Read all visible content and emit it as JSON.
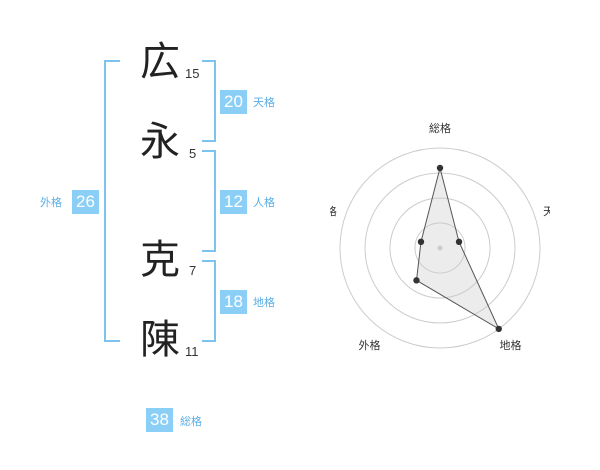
{
  "characters": [
    {
      "char": "広",
      "strokes": "15"
    },
    {
      "char": "永",
      "strokes": "5"
    },
    {
      "char": "克",
      "strokes": "7"
    },
    {
      "char": "陳",
      "strokes": "11"
    }
  ],
  "kaku": {
    "tenkaku": {
      "value": "20",
      "label": "天格"
    },
    "jinkaku": {
      "value": "12",
      "label": "人格"
    },
    "chikaku": {
      "value": "18",
      "label": "地格"
    },
    "gaikaku": {
      "value": "26",
      "label": "外格"
    },
    "soukaku": {
      "value": "38",
      "label": "総格"
    }
  },
  "colors": {
    "accent": "#8ccff6",
    "bracket": "#7cc3f0",
    "label": "#5aaee4"
  },
  "chart_data": {
    "type": "radar",
    "axes": [
      "総格",
      "天格",
      "地格",
      "外格",
      "人格"
    ],
    "values": [
      4,
      1,
      5,
      2,
      1
    ],
    "max": 5,
    "rings": 4
  }
}
